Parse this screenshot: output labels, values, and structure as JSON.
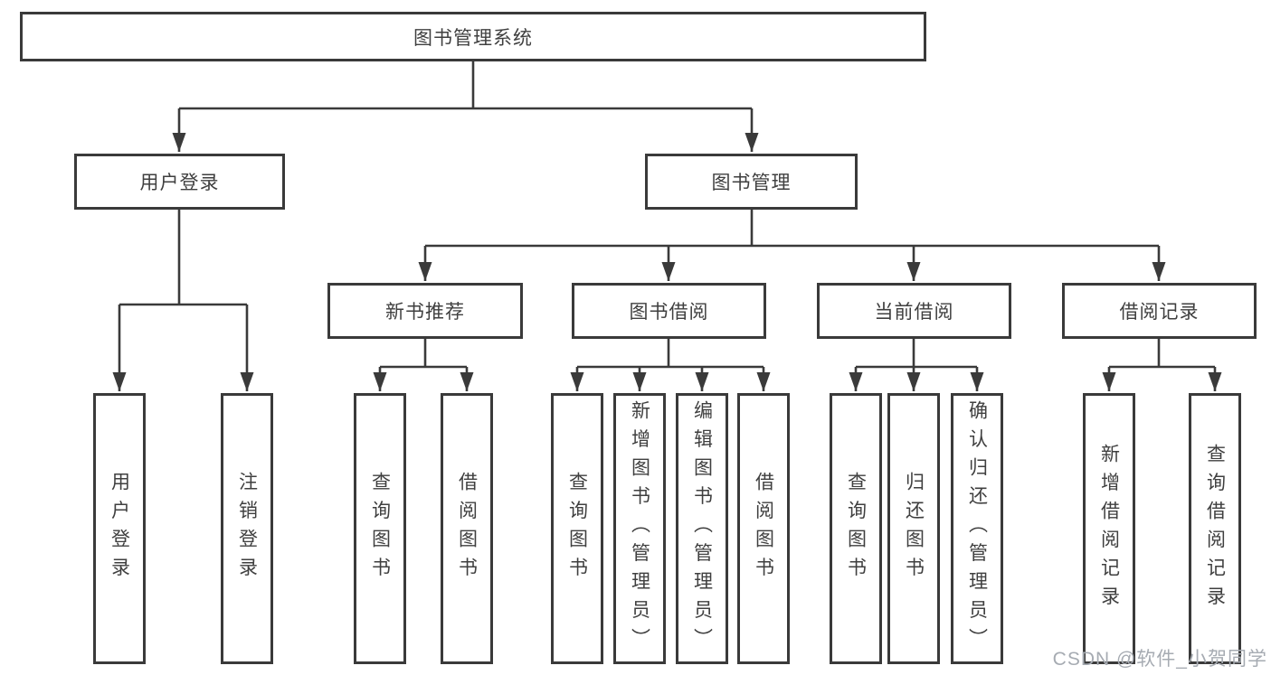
{
  "tree": {
    "root": "图书管理系统",
    "branches": [
      {
        "label": "用户登录",
        "leaves": [
          "用户登录",
          "注销登录"
        ]
      },
      {
        "label": "图书管理",
        "sections": [
          {
            "label": "新书推荐",
            "leaves": [
              "查询图书",
              "借阅图书"
            ]
          },
          {
            "label": "图书借阅",
            "leaves": [
              "查询图书",
              "新增图书（管理员）",
              "编辑图书（管理员）",
              "借阅图书"
            ]
          },
          {
            "label": "当前借阅",
            "leaves": [
              "查询图书",
              "归还图书",
              "确认归还（管理员）"
            ]
          },
          {
            "label": "借阅记录",
            "leaves": [
              "新增借阅记录",
              "查询借阅记录"
            ]
          }
        ]
      }
    ]
  },
  "watermark": {
    "text": "CSDN @软件_小贺同学"
  },
  "colors": {
    "line": "#3a3a3a",
    "box_border": "#3a3a3a",
    "box_fill": "#ffffff",
    "text": "#3f3f3f",
    "background": "#ffffff",
    "watermark": "#a6abb2"
  }
}
